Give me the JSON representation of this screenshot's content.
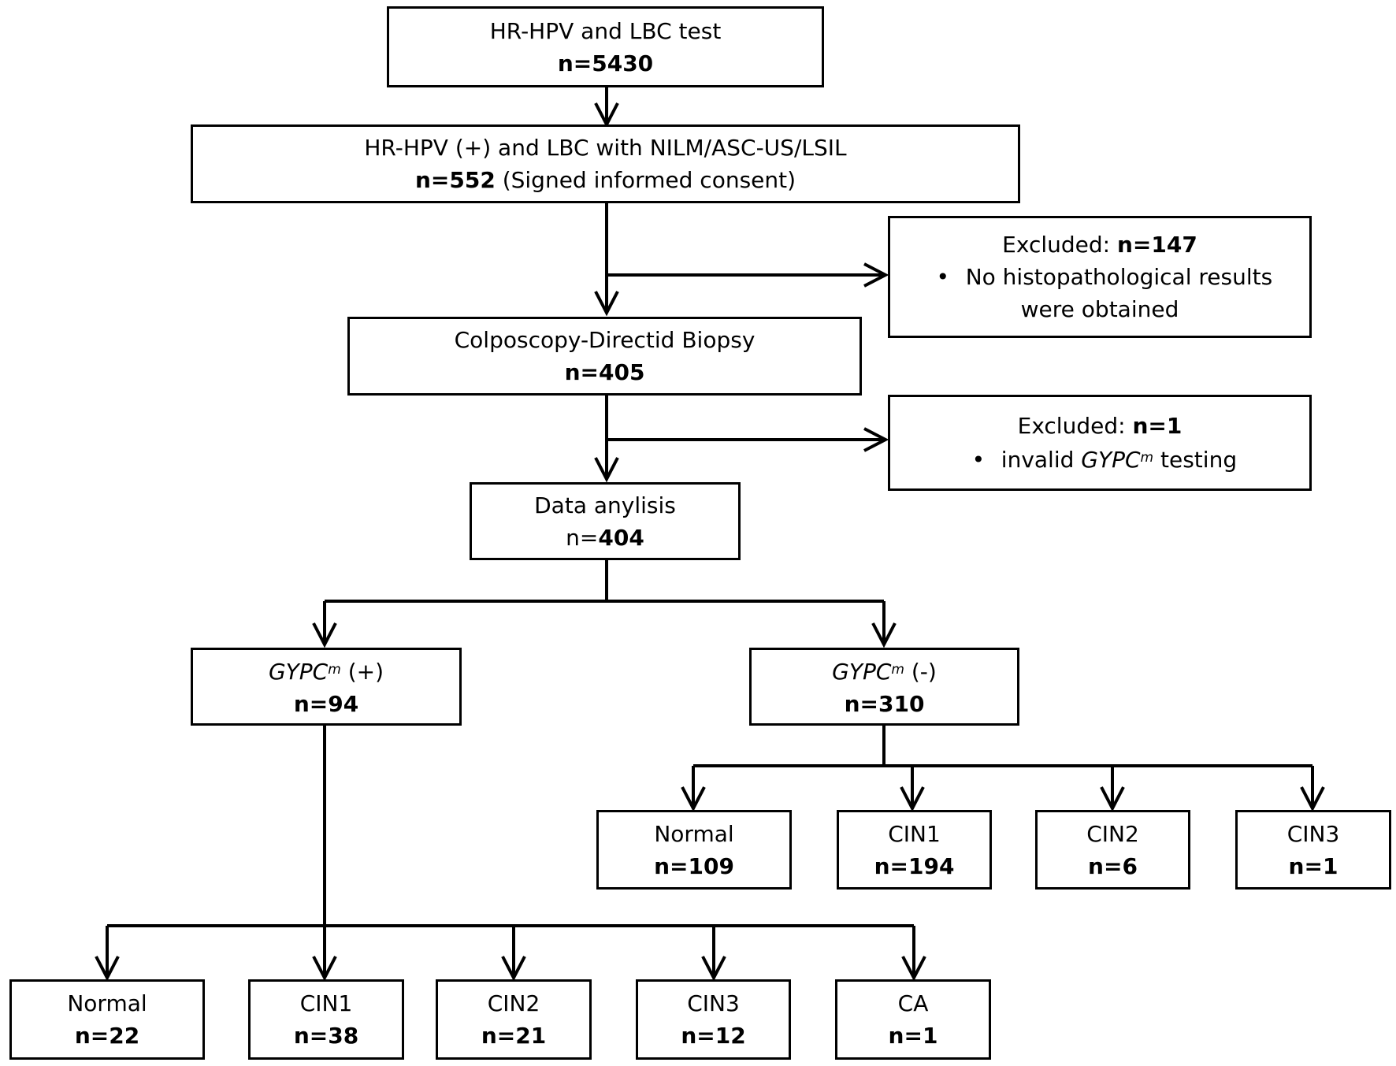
{
  "boxes": {
    "start": {
      "line1": "HR-HPV and LBC test",
      "count": "n=5430"
    },
    "hpv_pos": {
      "line1": "HR-HPV (+) and LBC with NILM/ASC-US/LSIL",
      "count": "n=552",
      "note": "(Signed informed consent)"
    },
    "excluded1": {
      "label": "Excluded:",
      "count": "n=147",
      "bullet": "•",
      "reason_line1": "No histopathological results",
      "reason_line2": "were obtained"
    },
    "biopsy": {
      "line1": "Colposcopy-Directid Biopsy",
      "count": "n=405"
    },
    "excluded2": {
      "label": "Excluded:",
      "count": "n=1",
      "bullet": "•",
      "reason_pre": "invalid",
      "gene": "GYPC",
      "sup": "m",
      "reason_post": "testing"
    },
    "analysis": {
      "line1": "Data anylisis",
      "count_prefix": "n=",
      "count_value": "404"
    },
    "gypc_pos": {
      "gene": "GYPC",
      "sup": "m",
      "sign": "(+)",
      "count": "n=94"
    },
    "gypc_neg": {
      "gene": "GYPC",
      "sup": "m",
      "sign": "(-)",
      "count": "n=310"
    }
  },
  "neg_outcomes": [
    {
      "label": "Normal",
      "count": "n=109"
    },
    {
      "label": "CIN1",
      "count": "n=194"
    },
    {
      "label": "CIN2",
      "count": "n=6"
    },
    {
      "label": "CIN3",
      "count": "n=1"
    }
  ],
  "pos_outcomes": [
    {
      "label": "Normal",
      "count": "n=22"
    },
    {
      "label": "CIN1",
      "count": "n=38"
    },
    {
      "label": "CIN2",
      "count": "n=21"
    },
    {
      "label": "CIN3",
      "count": "n=12"
    },
    {
      "label": "CA",
      "count": "n=1"
    }
  ]
}
